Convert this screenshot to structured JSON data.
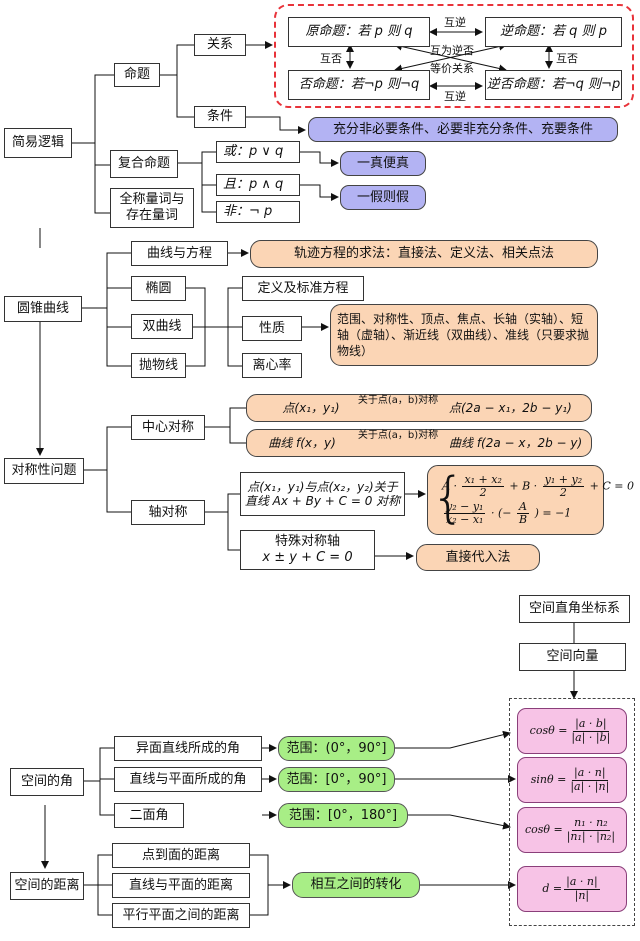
{
  "logic": {
    "root": "简易逻辑",
    "proposition": "命题",
    "relation": "关系",
    "condition": "条件",
    "compound": "复合命题",
    "quantifier": "全称量词与存在量词",
    "original": "原命题：若 p 则 q",
    "converse": "逆命题：若 q 则 p",
    "inverse": "否命题：若¬p 则¬q",
    "contrapositive": "逆否命题：若¬q 则¬p",
    "mutual_converse_top": "互逆",
    "mutual_converse_bottom": "互逆",
    "mutual_negation_left": "互否",
    "mutual_negation_right": "互否",
    "mutual_contra": "互为逆否",
    "equivalent": "等价关系",
    "condition_types": "充分非必要条件、必要非充分条件、充要条件",
    "or": "或：p ∨ q",
    "and": "且：p ∧ q",
    "not": "非：¬ p",
    "one_true": "一真便真",
    "one_false": "一假则假"
  },
  "conic": {
    "root": "圆锥曲线",
    "curve_eq": "曲线与方程",
    "locus": "轨迹方程的求法：直接法、定义法、相关点法",
    "ellipse": "椭圆",
    "hyperbola": "双曲线",
    "parabola": "抛物线",
    "definition": "定义及标准方程",
    "property": "性质",
    "eccentricity": "离心率",
    "property_detail": "范围、对称性、顶点、焦点、长轴（实轴）、短轴（虚轴）、渐近线（双曲线）、准线（只要求抛物线）"
  },
  "symmetry": {
    "root": "对称性问题",
    "central": "中心对称",
    "axial": "轴对称",
    "point_sym_left": "点(x₁，y₁)",
    "point_sym_arrow": "关于点(a，b)对称",
    "point_sym_right": "点(2a − x₁，2b − y₁)",
    "curve_sym_left": "曲线 f(x，y)",
    "curve_sym_arrow": "关于点(a，b)对称",
    "curve_sym_right": "曲线 f(2a − x，2b − y)",
    "axis_line1": "点(x₁，y₁)与点(x₂，y₂)关于",
    "axis_line2": "直线 Ax + By + C = 0 对称",
    "eq1_a": "A ·",
    "eq1_num": "x₁ + x₂",
    "eq1_den": "2",
    "eq1_b": "+ B ·",
    "eq1_num2": "y₁ + y₂",
    "eq1_den2": "2",
    "eq1_c": "+ C = 0",
    "eq2_num": "y₂ − y₁",
    "eq2_den": "x₂ − x₁",
    "eq2_mid": "· (−",
    "eq2_num2": "A",
    "eq2_den2": "B",
    "eq2_end": ") = −1",
    "special_axis1": "特殊对称轴",
    "special_axis2": "x ± y + C = 0",
    "direct_sub": "直接代入法"
  },
  "space": {
    "coord": "空间直角坐标系",
    "vector": "空间向量",
    "angle": "空间的角",
    "distance": "空间的距离",
    "skew_angle": "异面直线所成的角",
    "line_plane_angle": "直线与平面所成的角",
    "dihedral": "二面角",
    "range1": "范围：(0°，90°]",
    "range2": "范围：[0°，90°]",
    "range3": "范围：[0°，180°]",
    "point_plane": "点到面的距离",
    "line_plane_dist": "直线与平面的距离",
    "parallel_planes": "平行平面之间的距离",
    "mutual": "相互之间的转化",
    "f1_lhs": "cosθ =",
    "f1_num": "|a · b|",
    "f1_den": "|a| · |b|",
    "f2_lhs": "sinθ =",
    "f2_num": "|a · n|",
    "f2_den": "|a| · |n|",
    "f3_lhs": "cosθ =",
    "f3_num": "n₁ · n₂",
    "f3_den": "|n₁| · |n₂|",
    "f4_lhs": "d =",
    "f4_num": "|a · n|",
    "f4_den": "|n|"
  }
}
